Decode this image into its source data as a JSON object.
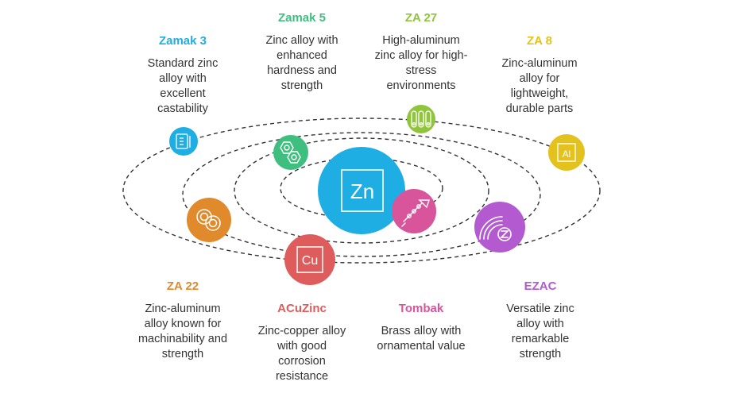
{
  "center": {
    "symbol": "Zn",
    "color": "#1eaee3"
  },
  "nodes": [
    {
      "id": "zamak3",
      "title": "Zamak 3",
      "color": "#1eaee3",
      "icon": "zinc-sheet-icon",
      "desc": [
        "Standard zinc",
        "alloy with",
        "excellent",
        "castability"
      ]
    },
    {
      "id": "zamak5",
      "title": "Zamak 5",
      "color": "#3fbf7f",
      "icon": "hex-nuts-icon",
      "desc": [
        "Zinc alloy with",
        "enhanced",
        "hardness and",
        "strength"
      ]
    },
    {
      "id": "za27",
      "title": "ZA 27",
      "color": "#8fc43b",
      "icon": "pipes-icon",
      "desc": [
        "High-aluminum",
        "zinc alloy for high-",
        "stress",
        "environments"
      ]
    },
    {
      "id": "za8",
      "title": "ZA 8",
      "color": "#e3c21e",
      "icon": "aluminum-element-icon",
      "symbol": "Al",
      "desc": [
        "Zinc-aluminum",
        "alloy for",
        "lightweight,",
        "durable parts"
      ]
    },
    {
      "id": "za22",
      "title": "ZA 22",
      "color": "#e08a2b",
      "icon": "metal-coins-icon",
      "desc": [
        "Zinc-aluminum",
        "alloy known for",
        "machinability and",
        "strength"
      ]
    },
    {
      "id": "acuzinc",
      "title": "ACuZinc",
      "color": "#df5c5c",
      "icon": "copper-element-icon",
      "symbol": "Cu",
      "desc": [
        "Zinc-copper alloy",
        "with good",
        "corrosion",
        "resistance"
      ]
    },
    {
      "id": "tombak",
      "title": "Tombak",
      "color": "#d9559b",
      "icon": "brass-instrument-icon",
      "desc": [
        "Brass alloy with",
        "ornamental value"
      ]
    },
    {
      "id": "ezac",
      "title": "EZAC",
      "color": "#b35ad1",
      "icon": "strength-signal-icon",
      "desc": [
        "Versatile zinc",
        "alloy with",
        "remarkable",
        "strength"
      ]
    }
  ]
}
